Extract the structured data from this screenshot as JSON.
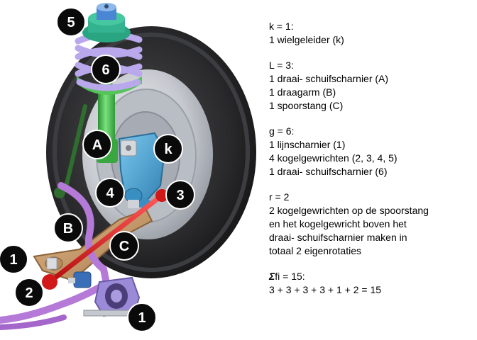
{
  "labels": {
    "five": "5",
    "six": "6",
    "A": "A",
    "k": "k",
    "four": "4",
    "three": "3",
    "B": "B",
    "C": "C",
    "one_left": "1",
    "two": "2",
    "one_bottom": "1"
  },
  "colors": {
    "tire": "#2b2b2d",
    "rim": "#c9ccd2",
    "spring": "#b9a8ec",
    "strut": "#47c24a",
    "mount": "#33b38f",
    "knuckle": "#4aa6d6",
    "arm": "#c89a6a",
    "tie_rod": "#e02020",
    "stabilizer": "#b57ad8",
    "bracket": "#9b8ad8",
    "bubble": "#0a0a0a"
  },
  "text": {
    "k_heading": "k = 1:",
    "k_line1": "1 wielgeleider (k)",
    "L_heading": "L = 3:",
    "L_line1": "1 draai- schuifscharnier (A)",
    "L_line2": "1 draagarm (B)",
    "L_line3": "1 spoorstang (C)",
    "g_heading": "g = 6:",
    "g_line1": "1 lijnscharnier (1)",
    "g_line2": "4 kogelgewrichten (2, 3, 4, 5)",
    "g_line3": "1 draai- schuifscharnier (6)",
    "r_heading": "r = 2",
    "r_line1": "2 kogelgewrichten op de spoorstang",
    "r_line2": "en het kogelgewricht boven het",
    "r_line3": "draai- schuifscharnier maken in",
    "r_line4": "totaal 2 eigenrotaties",
    "f_symbol": "Σ",
    "f_heading": "fi = 15:",
    "f_line1": "3 + 3 + 3 + 3 + 1 + 2 = 15"
  }
}
